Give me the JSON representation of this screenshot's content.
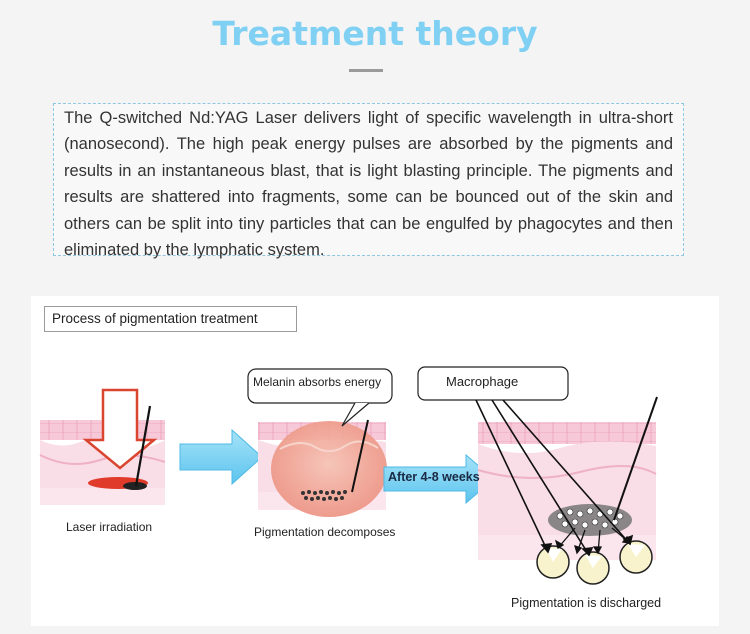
{
  "header": {
    "title": "Treatment theory"
  },
  "description": "The Q-switched Nd:YAG Laser delivers light of specific wavelength in ultra-short (nanosecond). The high peak energy pulses are absorbed by the pigments and results in an instantaneous blast, that is light blasting principle. The pigments and results are shattered into fragments, some can be bounced out of the skin and others can be split into tiny particles that can be engulfed by phagocytes and then eliminated by the lymphatic system.",
  "process": {
    "label": "Process of pigmentation treatment",
    "callout_melanin": "Melanin absorbs energy",
    "callout_macrophage": "Macrophage",
    "arrow_after": "After 4-8 weeks",
    "caption_laser": "Laser irradiation",
    "caption_decompose": "Pigmentation decomposes",
    "caption_discharge": "Pigmentation is discharged"
  },
  "colors": {
    "title": "#7fd0f3",
    "arrow_blue": "#7cd2f3",
    "laser_red": "#e03a2a",
    "skin_pink": "#f5c2d4",
    "bubble_pink": "#f0a898"
  }
}
